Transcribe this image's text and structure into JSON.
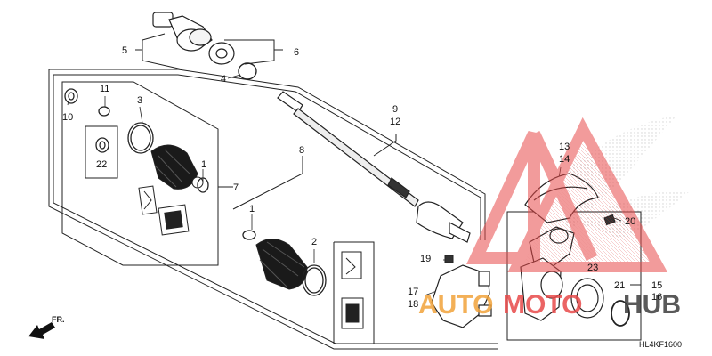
{
  "diagram": {
    "code": "HL4KF1600",
    "direction_label": "FR.",
    "callouts": {
      "c1a": "1",
      "c1b": "1",
      "c2": "2",
      "c3": "3",
      "c4": "4",
      "c5": "5",
      "c6": "6",
      "c7": "7",
      "c8": "8",
      "c9": "9",
      "c12": "12",
      "c10": "10",
      "c11": "11",
      "c22": "22",
      "c13": "13",
      "c14": "14",
      "c15": "15",
      "c16": "16",
      "c17": "17",
      "c18": "18",
      "c19": "19",
      "c20": "20",
      "c21": "21",
      "c23": "23"
    },
    "colors": {
      "line": "#222222",
      "wm_red": "#e84a4a",
      "wm_orange": "#f2a33a",
      "wm_gray": "#3d3d3d"
    }
  },
  "watermark": {
    "part1": "AUTO",
    "part2": "MOTO",
    "part3": "HUB"
  }
}
